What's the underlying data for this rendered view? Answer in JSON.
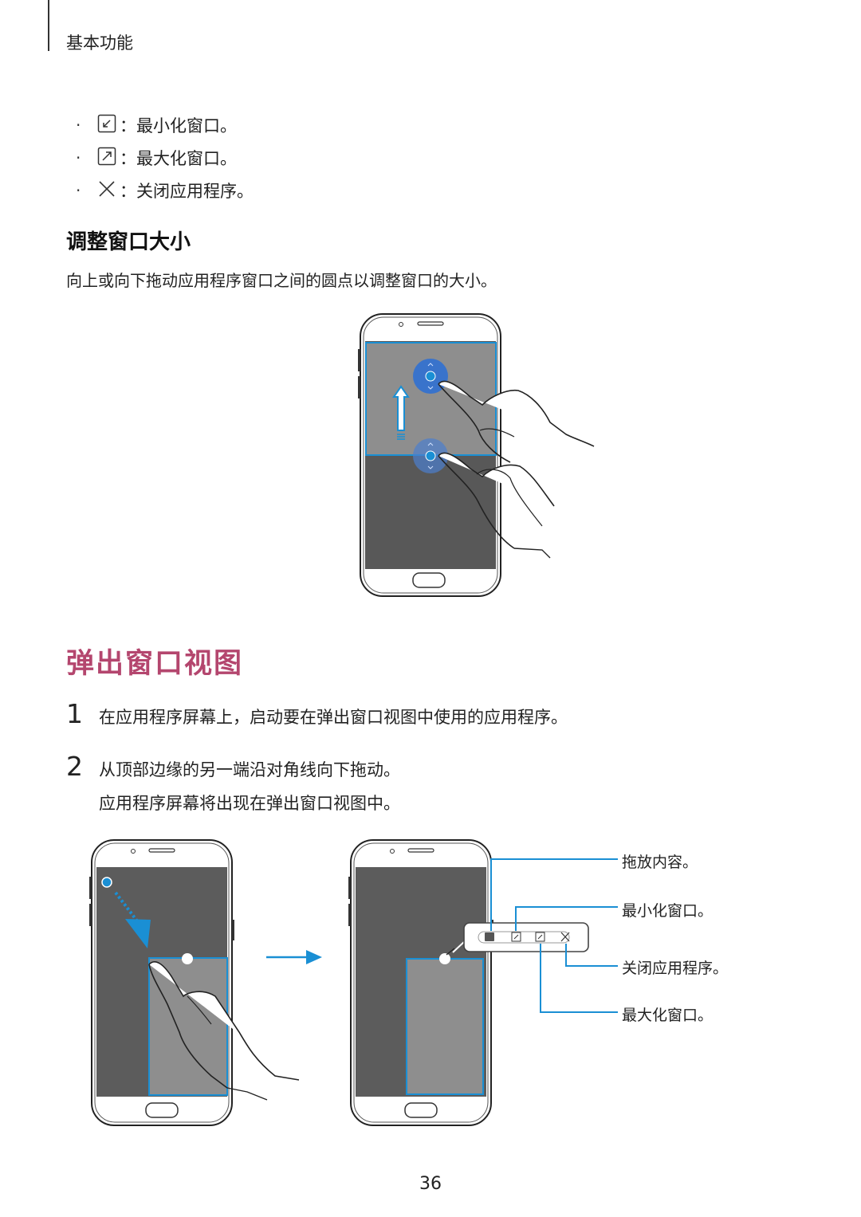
{
  "header": {
    "section": "基本功能"
  },
  "bullets": [
    {
      "icon": "minimize-window-icon",
      "text": "：最小化窗口。"
    },
    {
      "icon": "maximize-window-icon",
      "text": "：最大化窗口。"
    },
    {
      "icon": "close-icon",
      "text": "：关闭应用程序。"
    }
  ],
  "resize": {
    "heading": "调整窗口大小",
    "text": "向上或向下拖动应用程序窗口之间的圆点以调整窗口的大小。"
  },
  "popup": {
    "heading": "弹出窗口视图",
    "steps": [
      {
        "num": "1",
        "text": "在应用程序屏幕上，启动要在弹出窗口视图中使用的应用程序。"
      },
      {
        "num": "2",
        "text": "从顶部边缘的另一端沿对角线向下拖动。",
        "sub": "应用程序屏幕将出现在弹出窗口视图中。"
      }
    ],
    "callouts": {
      "drag": "拖放内容。",
      "minimize": "最小化窗口。",
      "close": "关闭应用程序。",
      "maximize": "最大化窗口。"
    }
  },
  "colors": {
    "heading_accent": "#b4466e",
    "highlight_blue": "#1a8fd4"
  },
  "page_number": "36"
}
